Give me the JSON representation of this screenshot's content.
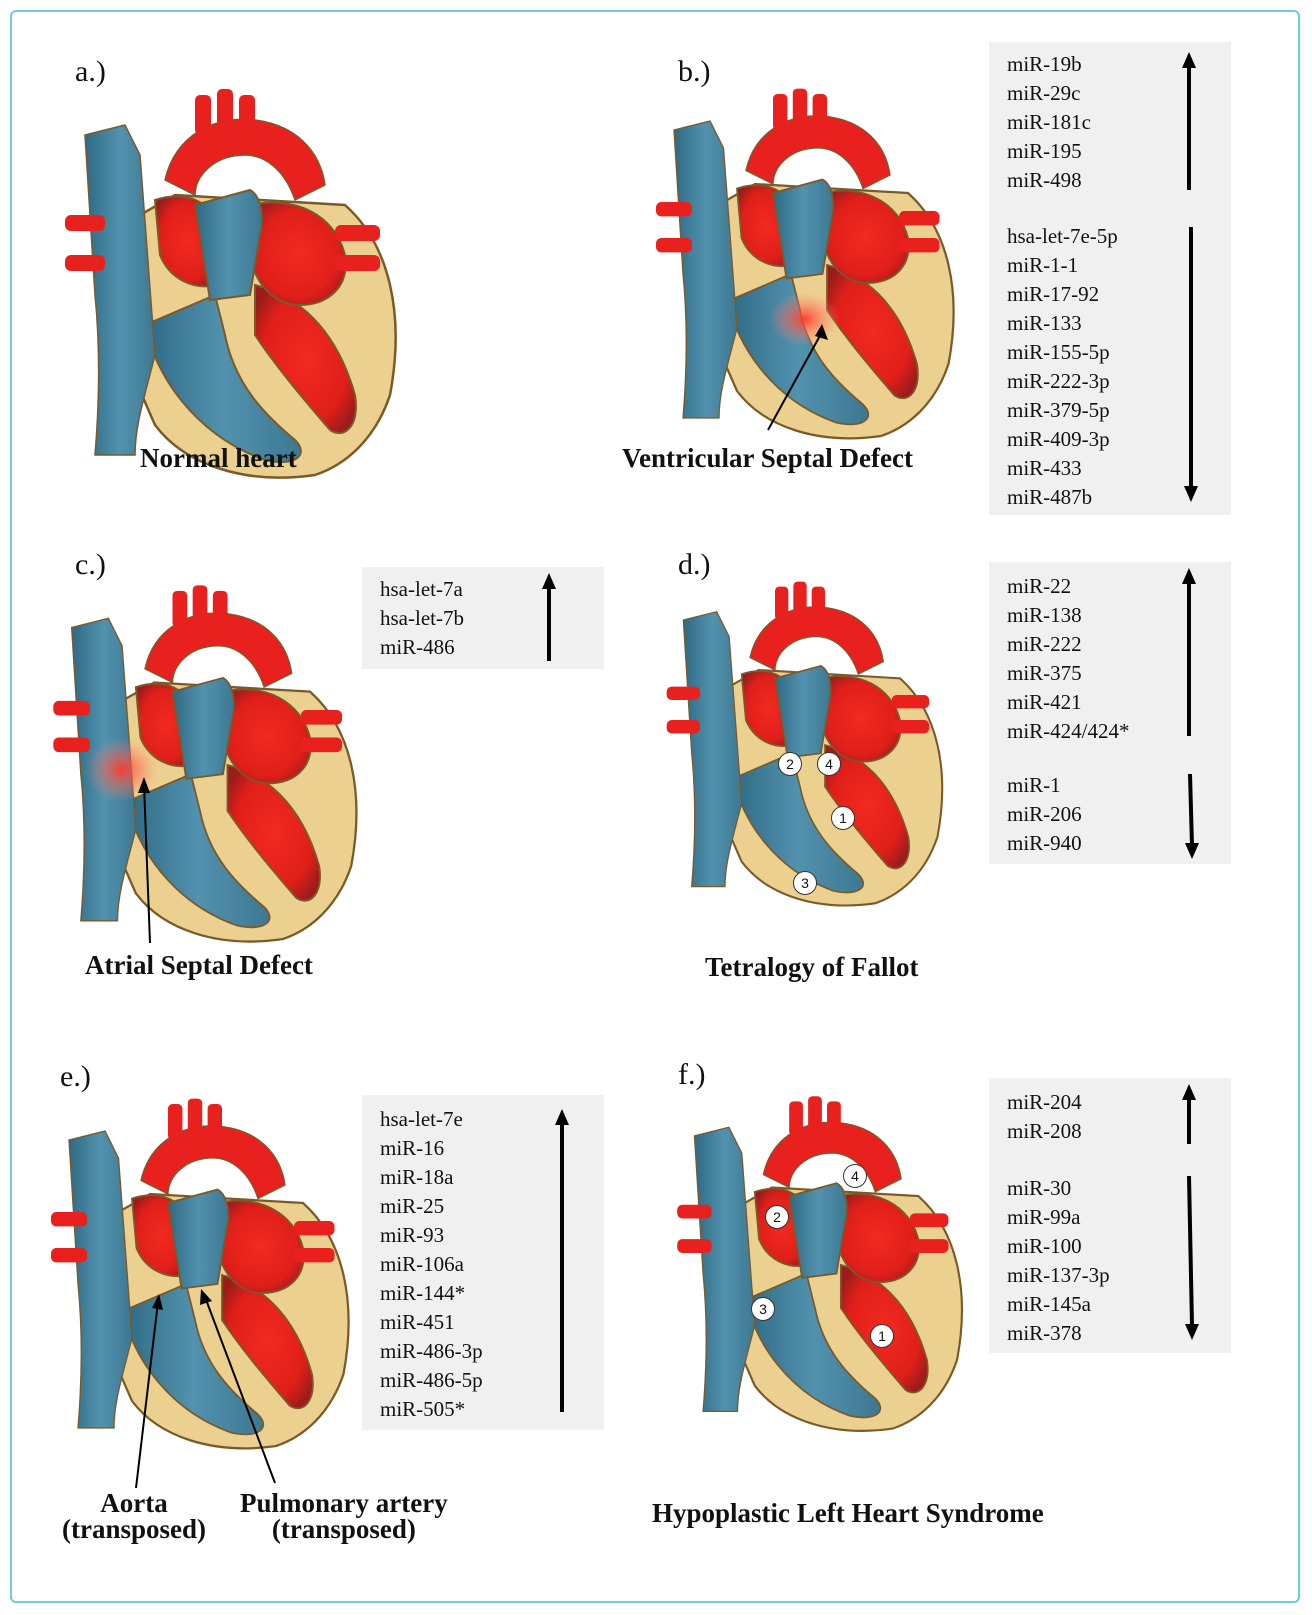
{
  "panels": {
    "a": {
      "label": "a.)",
      "caption": "Normal heart"
    },
    "b": {
      "label": "b.)",
      "caption": "Ventricular Septal Defect",
      "up": [
        "miR-19b",
        "miR-29c",
        "miR-181c",
        "miR-195",
        "miR-498"
      ],
      "down": [
        "hsa-let-7e-5p",
        "miR-1-1",
        "miR-17-92",
        "miR-133",
        "miR-155-5p",
        "miR-222-3p",
        "miR-379-5p",
        "miR-409-3p",
        "miR-433",
        "miR-487b"
      ]
    },
    "c": {
      "label": "c.)",
      "caption": "Atrial Septal Defect",
      "up": [
        "hsa-let-7a",
        "hsa-let-7b",
        "miR-486"
      ]
    },
    "d": {
      "label": "d.)",
      "caption": "Tetralogy of Fallot",
      "up": [
        "miR-22",
        "miR-138",
        "miR-222",
        "miR-375",
        "miR-421",
        "miR-424/424*"
      ],
      "down": [
        "miR-1",
        "miR-206",
        "miR-940"
      ],
      "markers": [
        "1",
        "2",
        "3",
        "4"
      ]
    },
    "e": {
      "label": "e.)",
      "caption_aorta_1": "Aorta",
      "caption_aorta_2": "(transposed)",
      "caption_pa_1": "Pulmonary artery",
      "caption_pa_2": "(transposed)",
      "up": [
        "hsa-let-7e",
        "miR-16",
        "miR-18a",
        "miR-25",
        "miR-93",
        "miR-106a",
        "miR-144*",
        "miR-451",
        "miR-486-3p",
        "miR-486-5p",
        "miR-505*"
      ]
    },
    "f": {
      "label": "f.)",
      "caption": "Hypoplastic Left Heart Syndrome",
      "up": [
        "miR-204",
        "miR-208"
      ],
      "down": [
        "miR-30",
        "miR-99a",
        "miR-100",
        "miR-137-3p",
        "miR-145a",
        "miR-378"
      ],
      "markers": [
        "1",
        "2",
        "3",
        "4"
      ]
    }
  },
  "colors": {
    "oxygenated": "#e8211f",
    "deoxygenated": "#4a8aa6",
    "wall": "#ecd08f",
    "outline": "#7a5a2a",
    "frame": "#6ecbe0",
    "box": "#f0f0f0"
  }
}
